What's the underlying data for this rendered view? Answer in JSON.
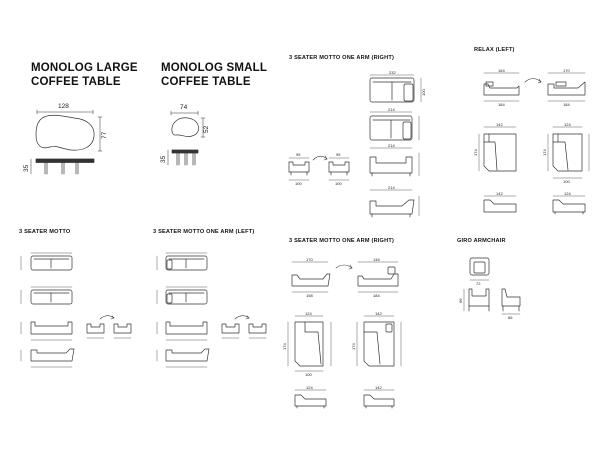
{
  "titles": {
    "large_line1": "MONOLOG LARGE",
    "large_line2": "COFFEE TABLE",
    "small_line1": "MONOLOG SMALL",
    "small_line2": "COFFEE TABLE",
    "motto_one_arm_right_top": "3 SEATER MOTTO ONE ARM (RIGHT)",
    "relax_left": "RELAX (LEFT)",
    "motto": "3 SEATER MOTTO",
    "motto_one_arm_left": "3 SEATER MOTTO ONE ARM (LEFT)",
    "motto_one_arm_right_bottom": "3 SEATER MOTTO ONE ARM (RIGHT)",
    "giro": "GIRO ARMCHAIR"
  },
  "dims": {
    "large_w": "128",
    "large_d": "77",
    "large_h": "35",
    "small_w": "74",
    "small_d": "52",
    "small_h": "35",
    "r_w1": "232",
    "r_w2": "214",
    "r_w3": "214",
    "r_w4": "214",
    "r_d": "100",
    "r_s1": "95",
    "r_s2": "95",
    "r_s3": "100",
    "r_s4": "100",
    "relax_a": "164",
    "relax_b": "170",
    "relax_c": "184",
    "relax_d": "184",
    "relax_e": "142",
    "relax_f": "124",
    "relax_g": "174",
    "relax_h": "174",
    "relax_i": "100",
    "relax_j": "142",
    "relax_k": "124",
    "b_a": "170",
    "b_b": "146",
    "b_c": "158",
    "b_d": "184",
    "b_e": "124",
    "b_f": "142",
    "b_g": "174",
    "b_h": "174",
    "b_i": "100",
    "b_j": "124",
    "b_k": "142",
    "giro_a": "72",
    "giro_b": "66",
    "giro_c": "66"
  },
  "colors": {
    "line": "#333333",
    "text": "#111111",
    "background": "#ffffff"
  }
}
